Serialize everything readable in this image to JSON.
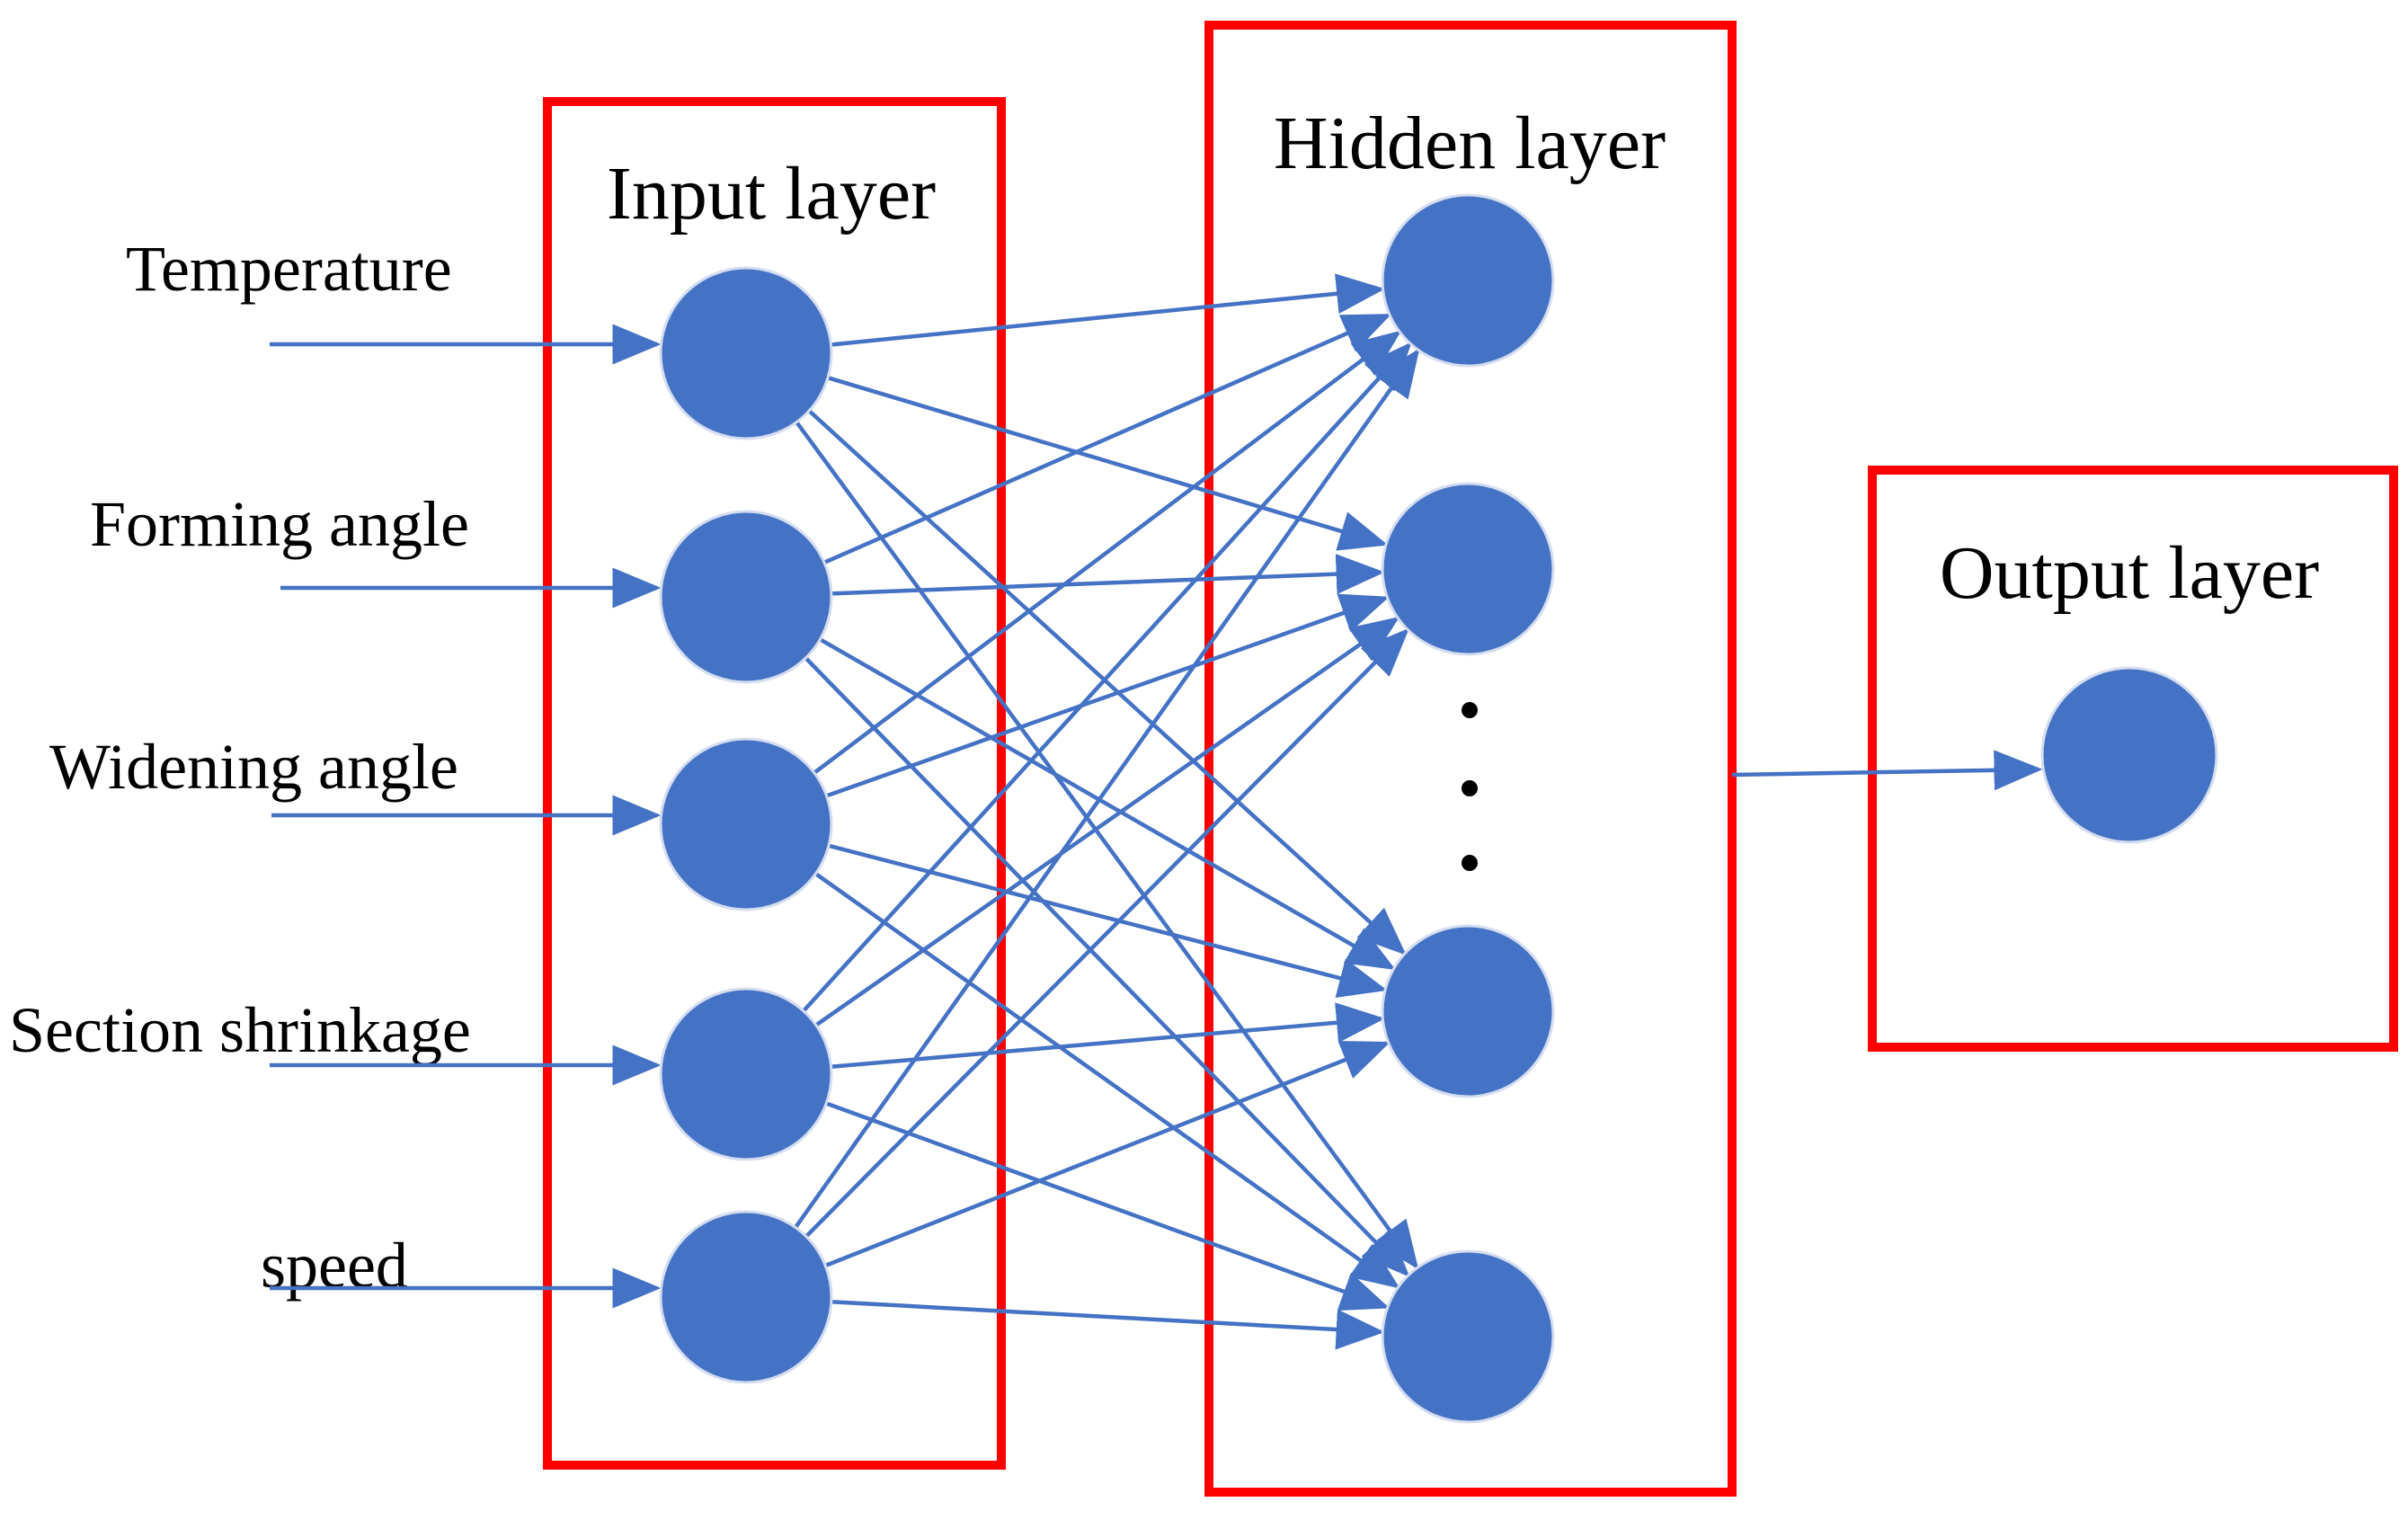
{
  "diagram": {
    "layers": {
      "input": {
        "title": "Input layer",
        "node_count": 5
      },
      "hidden": {
        "title": "Hidden layer",
        "node_count": 4,
        "ellipsis": true
      },
      "output": {
        "title": "Output layer",
        "node_count": 1
      }
    },
    "inputs": [
      "Temperature",
      "Forming angle",
      "Widening angle",
      "Section shrinkage",
      "speed"
    ],
    "colors": {
      "node": "#4472c4",
      "edge": "#4472c4",
      "box": "#ff0000",
      "text": "#000000"
    }
  }
}
